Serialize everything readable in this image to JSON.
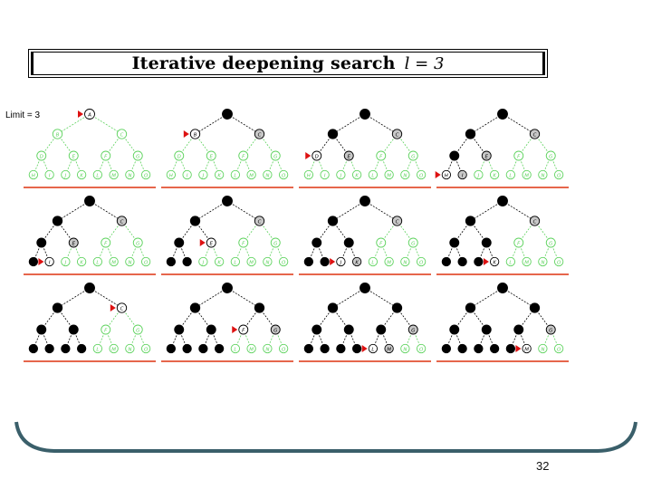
{
  "slide": {
    "title": "Iterative deepening search",
    "title_math": "l = 3",
    "limit_label": "Limit = 3",
    "page_number": "32"
  },
  "colors": {
    "unexplored": "#5fd35f",
    "frontier_fill": "#c8c8c8",
    "expanded": "#000000",
    "pointer": "#dd1111",
    "ground_line": "#dd3311",
    "bracket": "#3a5f6a"
  },
  "tree": {
    "node_labels": [
      "A",
      "B",
      "C",
      "D",
      "E",
      "F",
      "G",
      "H",
      "I",
      "J",
      "K",
      "L",
      "M",
      "N",
      "O"
    ]
  },
  "steps": [
    {
      "expanded": [],
      "frontier": [
        "A"
      ],
      "pointer": "A"
    },
    {
      "expanded": [
        "A"
      ],
      "frontier": [
        "B",
        "C"
      ],
      "pointer": "B"
    },
    {
      "expanded": [
        "A",
        "B"
      ],
      "frontier": [
        "D",
        "E",
        "C"
      ],
      "pointer": "D"
    },
    {
      "expanded": [
        "A",
        "B",
        "D"
      ],
      "frontier": [
        "H",
        "I",
        "E",
        "C"
      ],
      "pointer": "H"
    },
    {
      "expanded": [
        "A",
        "B",
        "D",
        "H"
      ],
      "frontier": [
        "I",
        "E",
        "C"
      ],
      "pointer": "I"
    },
    {
      "expanded": [
        "A",
        "B",
        "D",
        "H",
        "I"
      ],
      "frontier": [
        "E",
        "C"
      ],
      "pointer": "E"
    },
    {
      "expanded": [
        "A",
        "B",
        "D",
        "H",
        "I",
        "E"
      ],
      "frontier": [
        "J",
        "K",
        "C"
      ],
      "pointer": "J"
    },
    {
      "expanded": [
        "A",
        "B",
        "D",
        "H",
        "I",
        "E",
        "J"
      ],
      "frontier": [
        "K",
        "C"
      ],
      "pointer": "K"
    },
    {
      "expanded": [
        "A",
        "B",
        "D",
        "H",
        "I",
        "E",
        "J",
        "K"
      ],
      "frontier": [
        "C"
      ],
      "pointer": "C"
    },
    {
      "expanded": [
        "A",
        "B",
        "D",
        "H",
        "I",
        "E",
        "J",
        "K",
        "C"
      ],
      "frontier": [
        "F",
        "G"
      ],
      "pointer": "F"
    },
    {
      "expanded": [
        "A",
        "B",
        "D",
        "H",
        "I",
        "E",
        "J",
        "K",
        "C",
        "F"
      ],
      "frontier": [
        "L",
        "M",
        "G"
      ],
      "pointer": "L"
    },
    {
      "expanded": [
        "A",
        "B",
        "D",
        "H",
        "I",
        "E",
        "J",
        "K",
        "C",
        "F",
        "L"
      ],
      "frontier": [
        "M",
        "G"
      ],
      "pointer": "M"
    }
  ]
}
